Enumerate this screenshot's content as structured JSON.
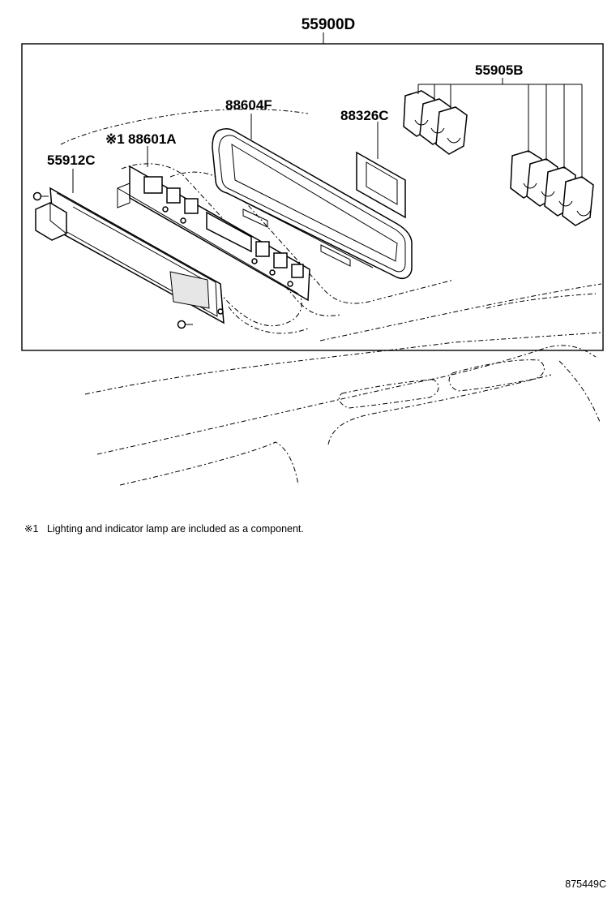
{
  "labels": {
    "assembly": "55900D",
    "knob_set": "55905B",
    "panel": "88604F",
    "plate": "88326C",
    "switch_unit_mark": "※1",
    "switch_unit": "88601A",
    "cover": "55912C"
  },
  "footnote": {
    "mark": "※1",
    "text": "Lighting and indicator lamp are included as a component."
  },
  "reference_code": "875449C"
}
